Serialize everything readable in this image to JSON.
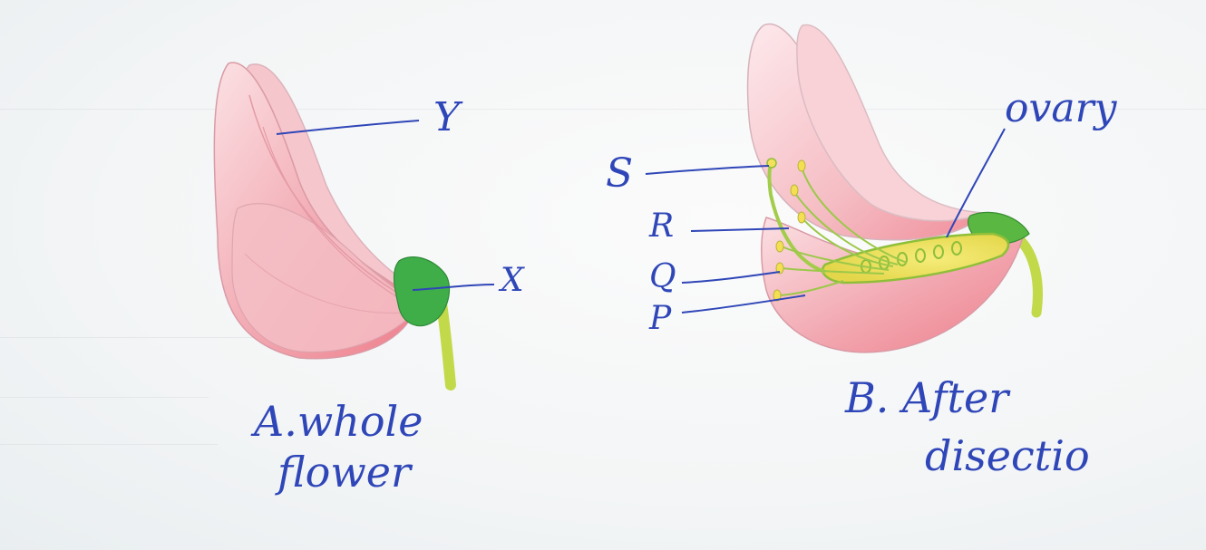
{
  "figure_a": {
    "label_y": "Y",
    "label_x": "X",
    "caption_line1": "A.whole",
    "caption_line2": "flower"
  },
  "figure_b": {
    "label_s": "S",
    "label_r": "R",
    "label_q": "Q",
    "label_p": "P",
    "label_ovary": "ovary",
    "caption_line1": "B. After",
    "caption_line2": "disectio"
  },
  "colors": {
    "petal": "#f3b9c0",
    "petal_deep": "#ee7f8c",
    "sepal": "#3fae49",
    "stalk": "#b9d445",
    "ovary": "#f1e45c",
    "ink": "#2f46b8"
  }
}
